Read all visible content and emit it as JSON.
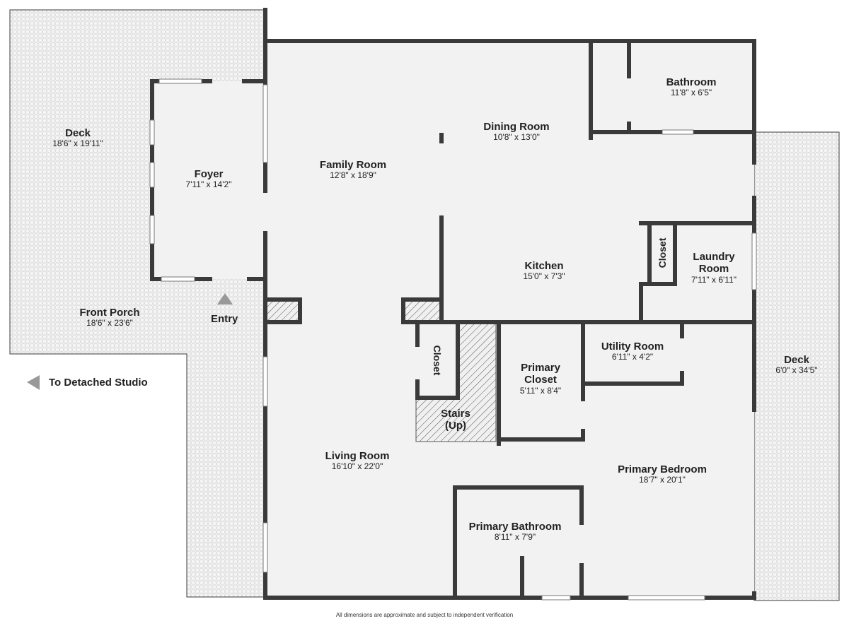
{
  "rooms": {
    "deck_left": {
      "name": "Deck",
      "dims": "18'6\" x 19'11\""
    },
    "foyer": {
      "name": "Foyer",
      "dims": "7'11\" x 14'2\""
    },
    "family_room": {
      "name": "Family Room",
      "dims": "12'8\" x 18'9\""
    },
    "dining_room": {
      "name": "Dining Room",
      "dims": "10'8\" x 13'0\""
    },
    "bathroom": {
      "name": "Bathroom",
      "dims": "11'8\" x 6'5\""
    },
    "kitchen": {
      "name": "Kitchen",
      "dims": "15'0\" x 7'3\""
    },
    "closet_kitchen": {
      "name": "Closet"
    },
    "laundry_room": {
      "name_line1": "Laundry",
      "name_line2": "Room",
      "dims": "7'11\" x 6'11\""
    },
    "front_porch": {
      "name": "Front Porch",
      "dims": "18'6\" x 23'6\""
    },
    "closet_stairs": {
      "name": "Closet"
    },
    "stairs": {
      "name_line1": "Stairs",
      "name_line2": "(Up)"
    },
    "primary_closet": {
      "name_line1": "Primary",
      "name_line2": "Closet",
      "dims": "5'11\" x 8'4\""
    },
    "utility_room": {
      "name": "Utility Room",
      "dims": "6'11\" x 4'2\""
    },
    "deck_right": {
      "name": "Deck",
      "dims": "6'0\" x 34'5\""
    },
    "living_room": {
      "name": "Living Room",
      "dims": "16'10\" x 22'0\""
    },
    "primary_bedroom": {
      "name": "Primary Bedroom",
      "dims": "18'7\" x 20'1\""
    },
    "primary_bathroom": {
      "name": "Primary Bathroom",
      "dims": "8'11\" x 7'9\""
    }
  },
  "entry_label": "Entry",
  "studio_label": "To Detached Studio",
  "footer": "All dimensions are approximate and subject to independent verification",
  "colors": {
    "wall": "#3a3a3a",
    "floor": "#f2f2f2",
    "deck": "#f4f4f4",
    "deck_tile": "#e2e2e2",
    "window": "#ffffff",
    "arrow": "#999999"
  }
}
